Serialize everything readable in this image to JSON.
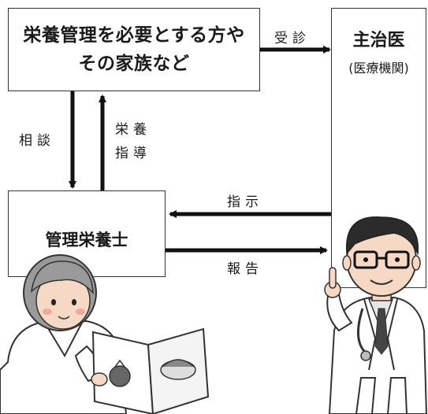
{
  "patient_box": {
    "line1": "栄養管理を必要とする方や",
    "line2": "その家族など"
  },
  "doctor_box": {
    "title": "主治医",
    "subtitle": "(医療機関)"
  },
  "dietitian_box": {
    "title": "管理栄養士"
  },
  "arrows": {
    "consult": "受診",
    "soudan": "相談",
    "guidance_line1": "栄養",
    "guidance_line2": "指導",
    "instruction": "指示",
    "report": "報告"
  },
  "colors": {
    "line": "#111111",
    "box_border": "#333333",
    "skin": "#f6d9c4",
    "hair_dietitian": "#9a9a9a",
    "hair_doctor": "#2b2b2b",
    "coat": "#ffffff"
  }
}
